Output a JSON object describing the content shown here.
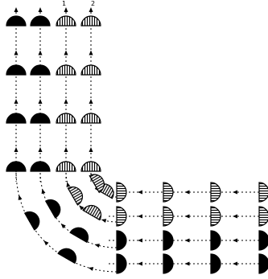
{
  "diagram": {
    "colors": {
      "ink": "#000000",
      "paper": "#ffffff"
    },
    "glyph_names": {
      "solid": "solid-half-disk",
      "hatched": "hatched-half-disk"
    },
    "column_labels": [
      "1",
      "2"
    ]
  }
}
